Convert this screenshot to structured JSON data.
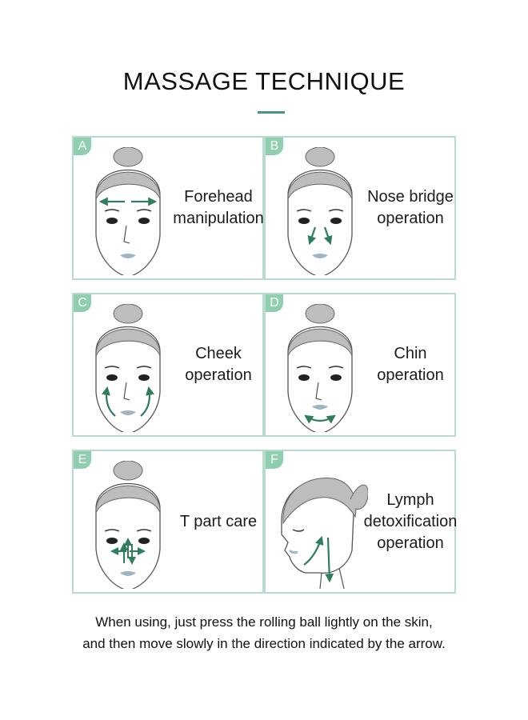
{
  "title": "MASSAGE TECHNIQUE",
  "accent_color": "#3f9a78",
  "border_color": "#b7dccb",
  "tag_color": "#8fcfb0",
  "panels": [
    {
      "tag": "A",
      "label": "Forehead\nmanipulation"
    },
    {
      "tag": "B",
      "label": "Nose bridge\noperation"
    },
    {
      "tag": "C",
      "label": "Cheek\noperation"
    },
    {
      "tag": "D",
      "label": "Chin operation"
    },
    {
      "tag": "E",
      "label": "T part care"
    },
    {
      "tag": "F",
      "label": "Lymph\ndetoxification\noperation"
    }
  ],
  "caption": {
    "line1": "When using, just press the rolling ball lightly on the skin,",
    "line2": "and then move slowly in the direction indicated by the arrow."
  }
}
